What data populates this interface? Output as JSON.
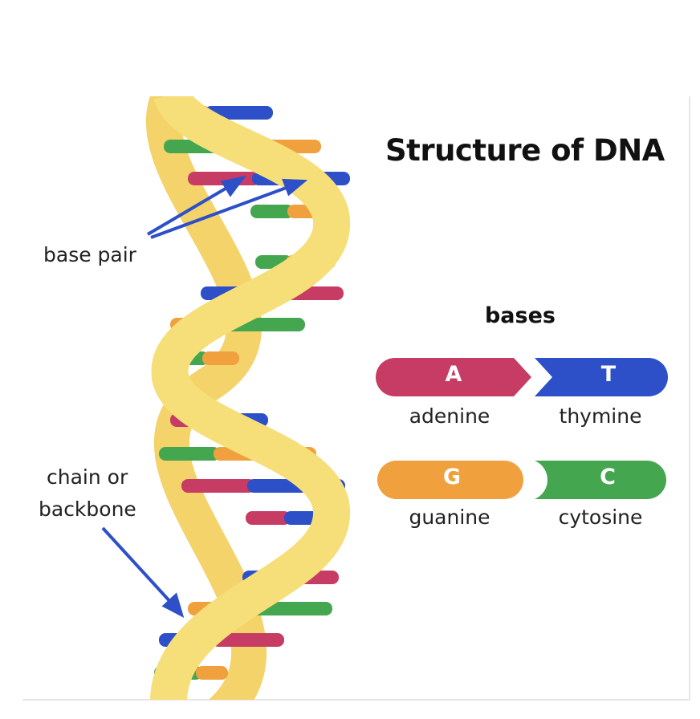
{
  "title": "Structure of DNA",
  "legend": {
    "heading": "bases",
    "items": [
      {
        "letter": "A",
        "name": "adenine",
        "color": "#c73c64"
      },
      {
        "letter": "T",
        "name": "thymine",
        "color": "#2d4fc8"
      },
      {
        "letter": "G",
        "name": "guanine",
        "color": "#f0a03c"
      },
      {
        "letter": "C",
        "name": "cytosine",
        "color": "#45a650"
      }
    ]
  },
  "labels": {
    "base_pair": "base pair",
    "chain": [
      "chain or",
      "backbone"
    ]
  },
  "colors": {
    "backbone_front": "#f6df79",
    "backbone_back": "#f3d36a",
    "arrow": "#2d4fc8"
  }
}
